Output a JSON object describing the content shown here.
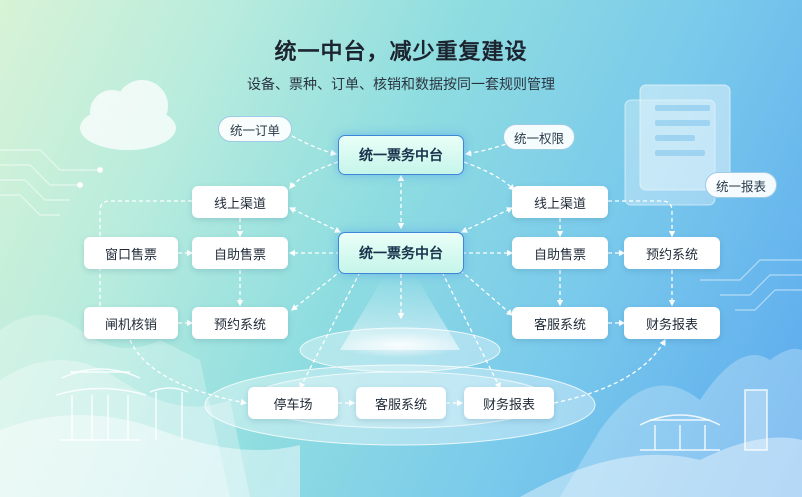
{
  "header": {
    "title": "统一中台，减少重复建设",
    "subtitle": "设备、票种、订单、核销和数据按同一套规则管理"
  },
  "tags": {
    "order": "统一订单",
    "permission": "统一权限",
    "report": "统一报表"
  },
  "hubs": {
    "top": "统一票务中台",
    "center": "统一票务中台"
  },
  "nodes": {
    "left_online": "线上渠道",
    "window_sales": "窗口售票",
    "left_self_service": "自助售票",
    "gate_check": "闸机核销",
    "left_booking": "预约系统",
    "right_online": "线上渠道",
    "right_self_service": "自助售票",
    "right_booking": "预约系统",
    "right_customer_service": "客服系统",
    "right_finance": "财务报表",
    "parking": "停车场",
    "bottom_customer_service": "客服系统",
    "bottom_finance": "财务报表"
  },
  "colors": {
    "hub_border": "#3e86d8",
    "arrow": "#ffffff",
    "accent_glow": "#e8fbff"
  }
}
